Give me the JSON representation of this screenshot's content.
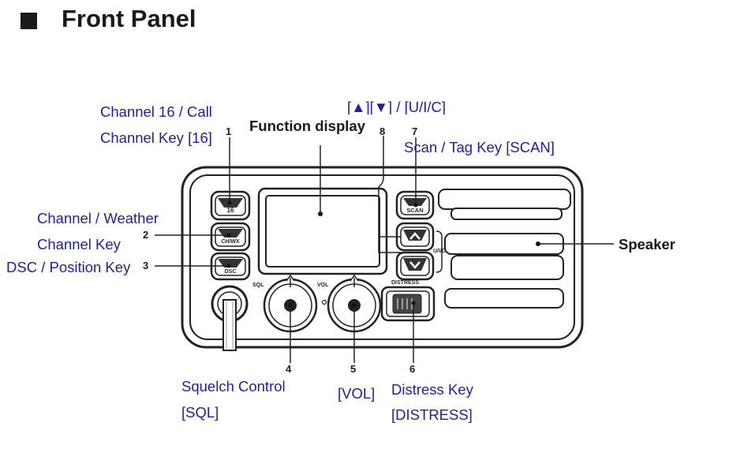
{
  "heading": {
    "title": "Front Panel"
  },
  "labels": {
    "ch16_line1": "Channel 16 / Call",
    "ch16_line2": "Channel Key [16]",
    "function_display": "Function display",
    "updown_line1": "[▲][▼] / [U/I/C]",
    "scan_line1": "Scan / Tag Key [SCAN]",
    "chwx_line1": "Channel / Weather",
    "chwx_line2": "Channel Key",
    "dsc_line1": "DSC / Position Key",
    "speaker": "Speaker",
    "sql_line1": "Squelch Control",
    "sql_line2": "[SQL]",
    "vol_line1": "[VOL]",
    "distress_line1": "Distress Key",
    "distress_line2": "[DISTRESS]"
  },
  "numbers": {
    "n1": "1",
    "n2": "2",
    "n3": "3",
    "n4": "4",
    "n5": "5",
    "n6": "6",
    "n7": "7",
    "n8": "8"
  },
  "panel_text": {
    "key16": "16",
    "chwx": "CH/WX",
    "dsc": "DSC",
    "scan": "SCAN",
    "uic": "U/I/C",
    "sql": "SQL",
    "vol": "VOL",
    "distress": "DISTRESS"
  },
  "colors": {
    "label_blue": "#1f1fa0",
    "ink": "#1a1a1a"
  }
}
